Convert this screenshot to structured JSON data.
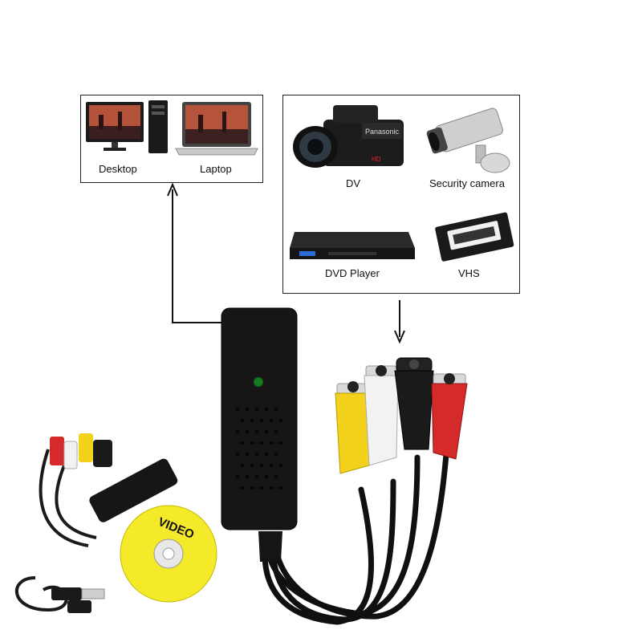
{
  "computers": {
    "desktop_label": "Desktop",
    "laptop_label": "Laptop"
  },
  "devices": {
    "dv_label": "DV",
    "security_camera_label": "Security camera",
    "dvd_player_label": "DVD Player",
    "vhs_label": "VHS"
  },
  "product": {
    "cd_label": "VIDEO"
  },
  "colors": {
    "connector_yellow": "#f2d21b",
    "connector_white": "#f2f2f2",
    "connector_red": "#d42a2a",
    "svideo_black": "#1a1a1a",
    "cd_yellow": "#f4ea2a"
  }
}
